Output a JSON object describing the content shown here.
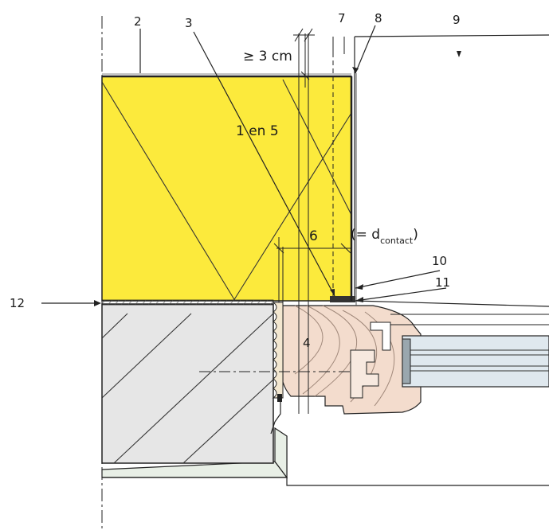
{
  "labels": {
    "n2": "2",
    "n3": "3",
    "n4": "4",
    "n6": "6",
    "n7": "7",
    "n8": "8",
    "n9": "9",
    "n10": "10",
    "n11": "11",
    "n12": "12"
  },
  "annotations": {
    "min_gap": "≥ 3 cm",
    "slope": "1 en 5",
    "d_open": "(= d",
    "d_sub": "contact",
    "d_close": ")"
  },
  "colors": {
    "insulation": "#fcea3c",
    "masonry": "#e6e6e6",
    "wood_frame": "#f3dccd",
    "sill": "#e8efe6",
    "line": "#1a1a1a",
    "glazing": "#dfe8ee"
  }
}
